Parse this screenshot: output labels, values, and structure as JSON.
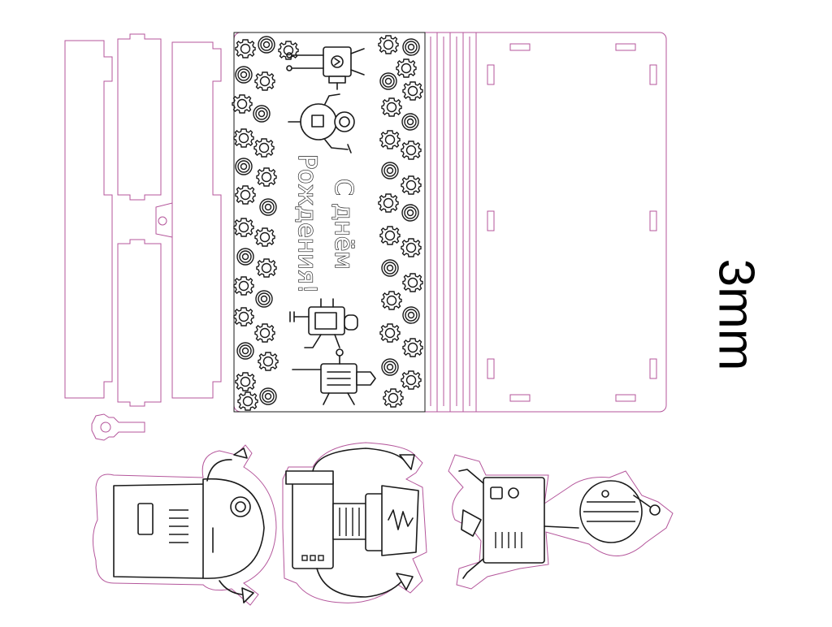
{
  "card": {
    "greeting_line1": "С днём",
    "greeting_line2": "Рождения!"
  },
  "material": {
    "thickness_label": "3mm"
  },
  "colors": {
    "cut_line": "#b4569b",
    "engrave_ink": "#1a1a1a",
    "background": "#ffffff"
  },
  "icons": [
    "robot-icon",
    "gear-icon",
    "key-gear-icon"
  ]
}
